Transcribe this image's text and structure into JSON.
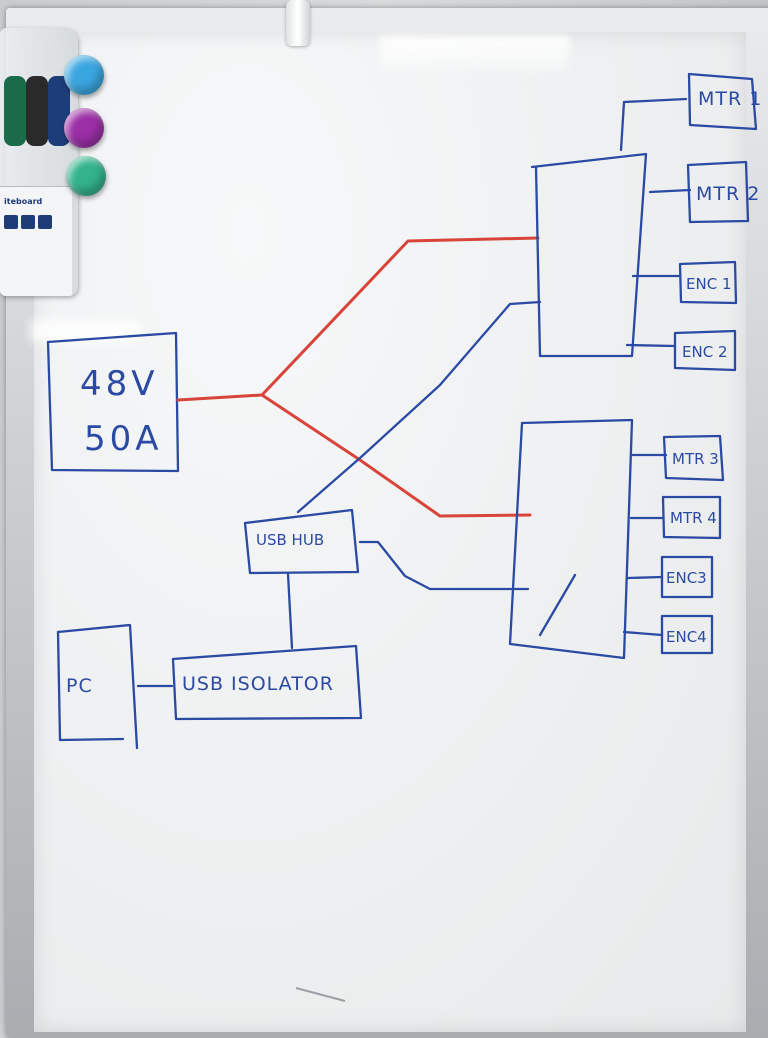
{
  "power_supply": {
    "voltage": "48V",
    "current": "50A"
  },
  "motor_controllers": {
    "top": {
      "motors": [
        "MTR 1",
        "MTR 2"
      ],
      "encoders": [
        "ENC 1",
        "ENC 2"
      ]
    },
    "bottom": {
      "motors": [
        "MTR 3",
        "MTR 4"
      ],
      "encoders": [
        "ENC3",
        "ENC4"
      ]
    }
  },
  "usb_hub": "USB HUB",
  "usb_isolator": "USB ISOLATOR",
  "pc": "PC",
  "marker_pack": {
    "label": "iteboard"
  },
  "colors": {
    "marker_blue": "#2b4aa3",
    "marker_red": "#d9443a",
    "magnet_blue": "#3aa6e0",
    "magnet_purple": "#9b2fa6",
    "magnet_green": "#33b38a"
  }
}
